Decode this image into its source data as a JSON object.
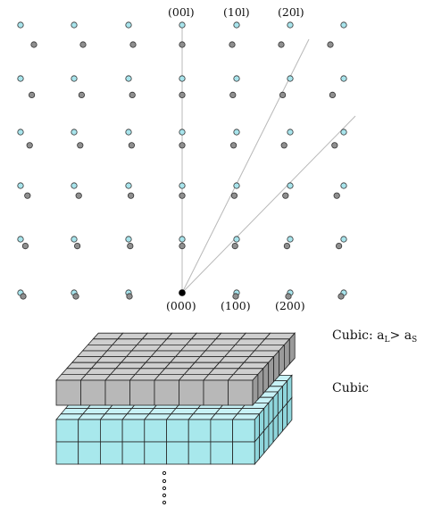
{
  "diagram": {
    "top_labels": [
      "(00l)",
      "(10l)",
      "(20l)"
    ],
    "bottom_labels": [
      "(000)",
      "(100)",
      "(200)"
    ],
    "layer_top": {
      "text": "Cubic: a",
      "sub1": "L",
      "mid": "> a",
      "sub2": "S"
    },
    "layer_bottom": {
      "text": "Cubic"
    },
    "colors": {
      "substrate_point": "#a8e4ec",
      "layer_point": "#8f8f8f",
      "origin": "#000000",
      "layer_cube": "#b8b8b8",
      "substrate_cube": "#a8e8ec",
      "streak": "#b8b8b8"
    },
    "continuation": "vertical-dots"
  }
}
